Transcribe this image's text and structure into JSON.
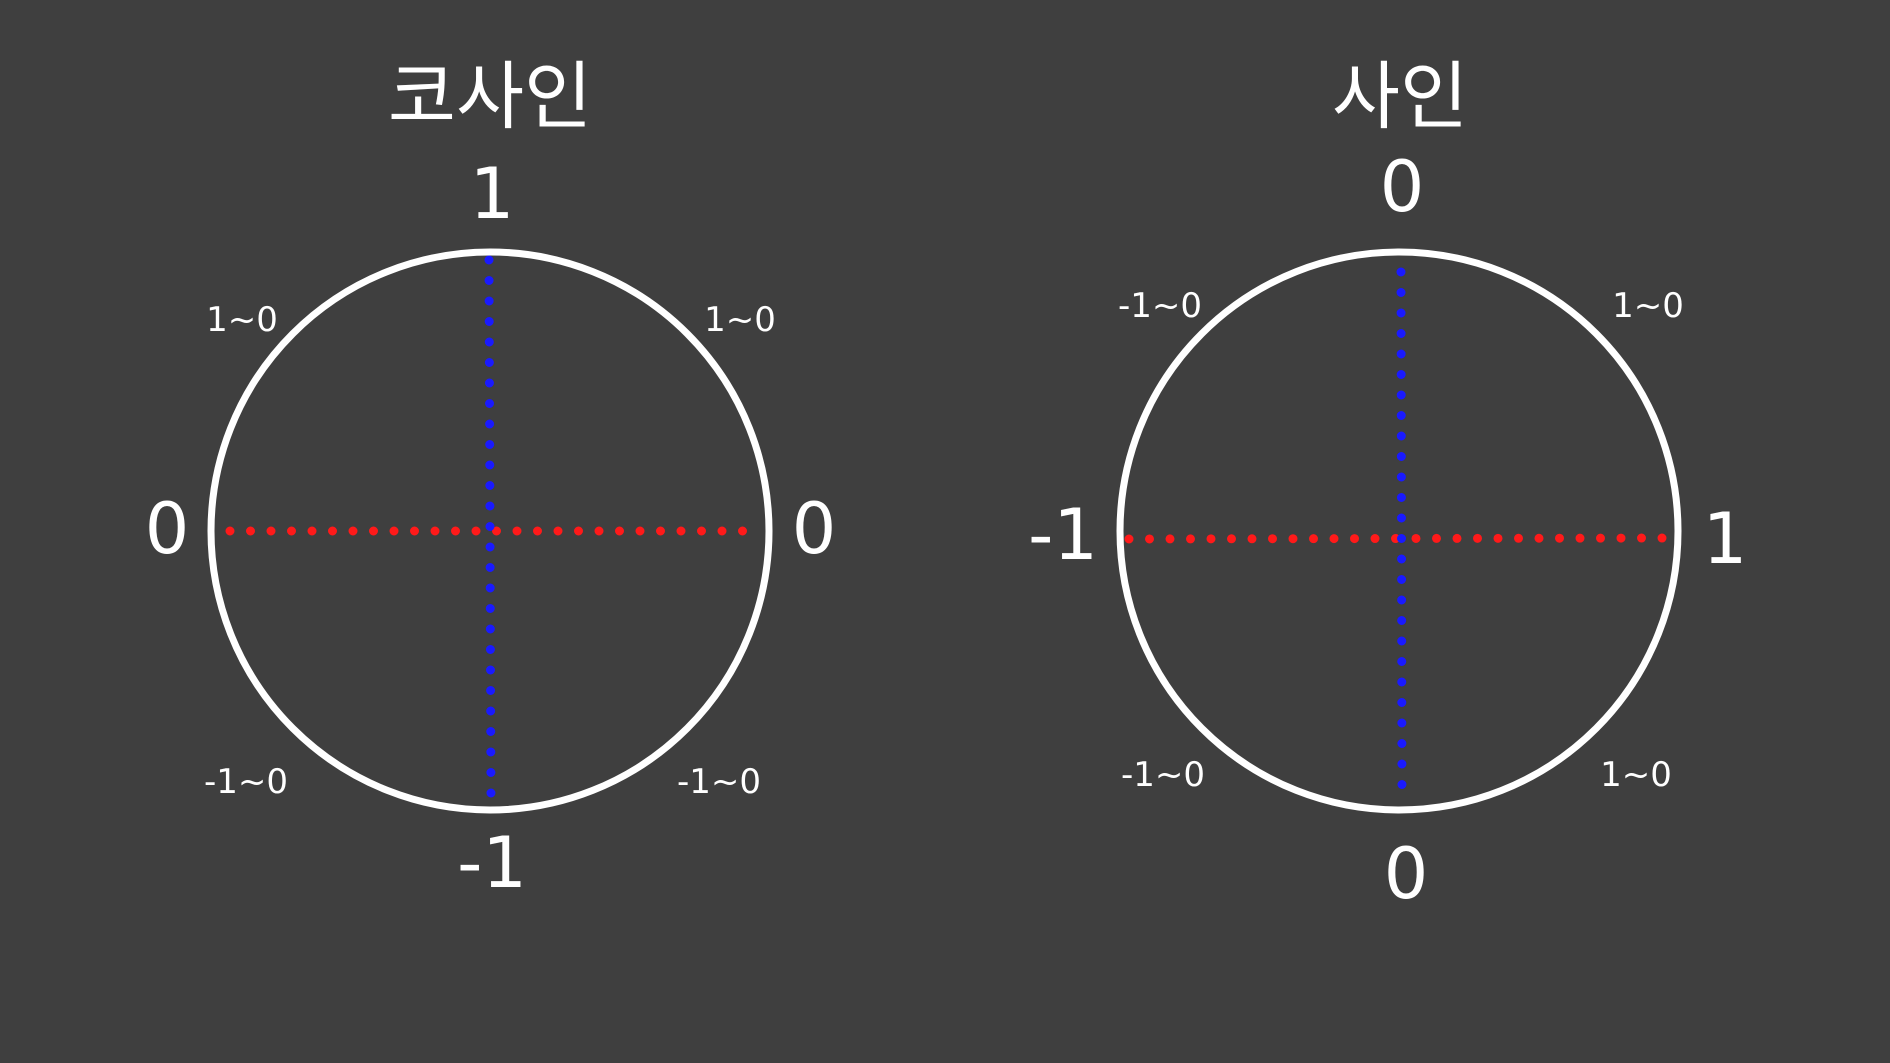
{
  "colors": {
    "background": "#3f3f3f",
    "circle": "#ffffff",
    "horizontal_axis": "#ff1a1a",
    "vertical_axis": "#1a1aff",
    "text": "#ffffff"
  },
  "diagrams": [
    {
      "title": "코사인",
      "labels": {
        "top": "1",
        "bottom": "-1",
        "left": "0",
        "right": "0",
        "upper_left": "1~0",
        "upper_right": "1~0",
        "lower_left": "-1~0",
        "lower_right": "-1~0"
      }
    },
    {
      "title": "사인",
      "labels": {
        "top": "0",
        "bottom": "0",
        "left": "-1",
        "right": "1",
        "upper_left": "-1~0",
        "upper_right": "1~0",
        "lower_left": "-1~0",
        "lower_right": "1~0"
      }
    }
  ]
}
